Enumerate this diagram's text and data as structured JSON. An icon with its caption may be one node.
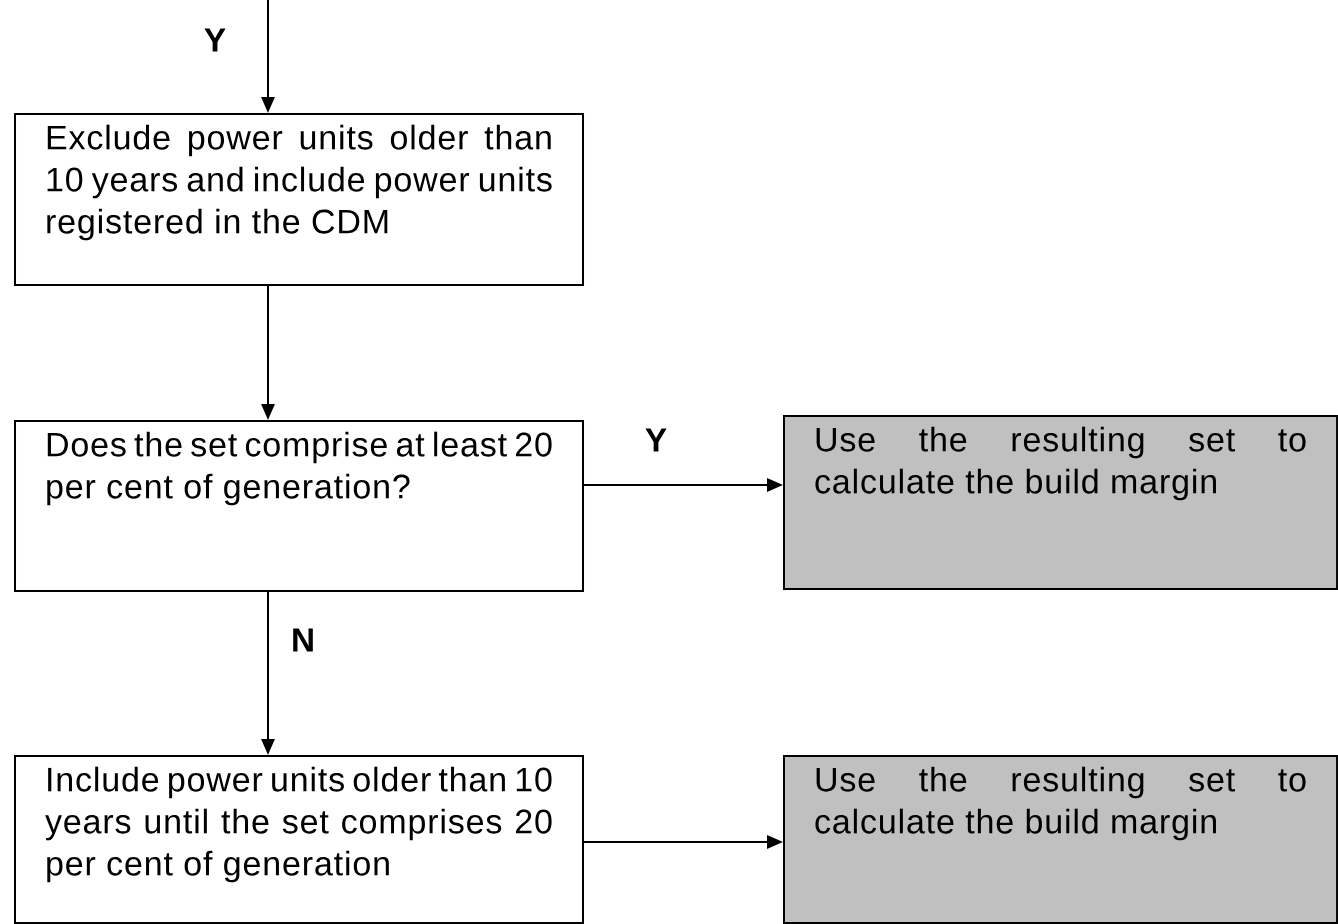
{
  "diagram": {
    "nodes": [
      {
        "text": [
          "Exclude power units older than 10 years and include power units registered in the CDM"
        ]
      },
      {
        "text": [
          "Does the set comprise at least 20 per cent of generation?"
        ]
      },
      {
        "text": [
          "Use the resulting set to calculate the build margin"
        ]
      },
      {
        "text": [
          "Include power units older than 10 years until the set comprises 20 per cent of generation"
        ]
      },
      {
        "text": [
          "Use the resulting set to calculate the build margin"
        ]
      }
    ],
    "edges": [
      {
        "from": null,
        "to": 0,
        "arrow": "to",
        "label": "Y"
      },
      {
        "from": 0,
        "to": 1,
        "arrow": "to"
      },
      {
        "from": 1,
        "to": 2,
        "arrow": "to",
        "label": "Y"
      },
      {
        "from": 1,
        "to": 3,
        "arrow": "to",
        "label": "N"
      },
      {
        "from": 3,
        "to": 4,
        "arrow": "to"
      }
    ]
  }
}
